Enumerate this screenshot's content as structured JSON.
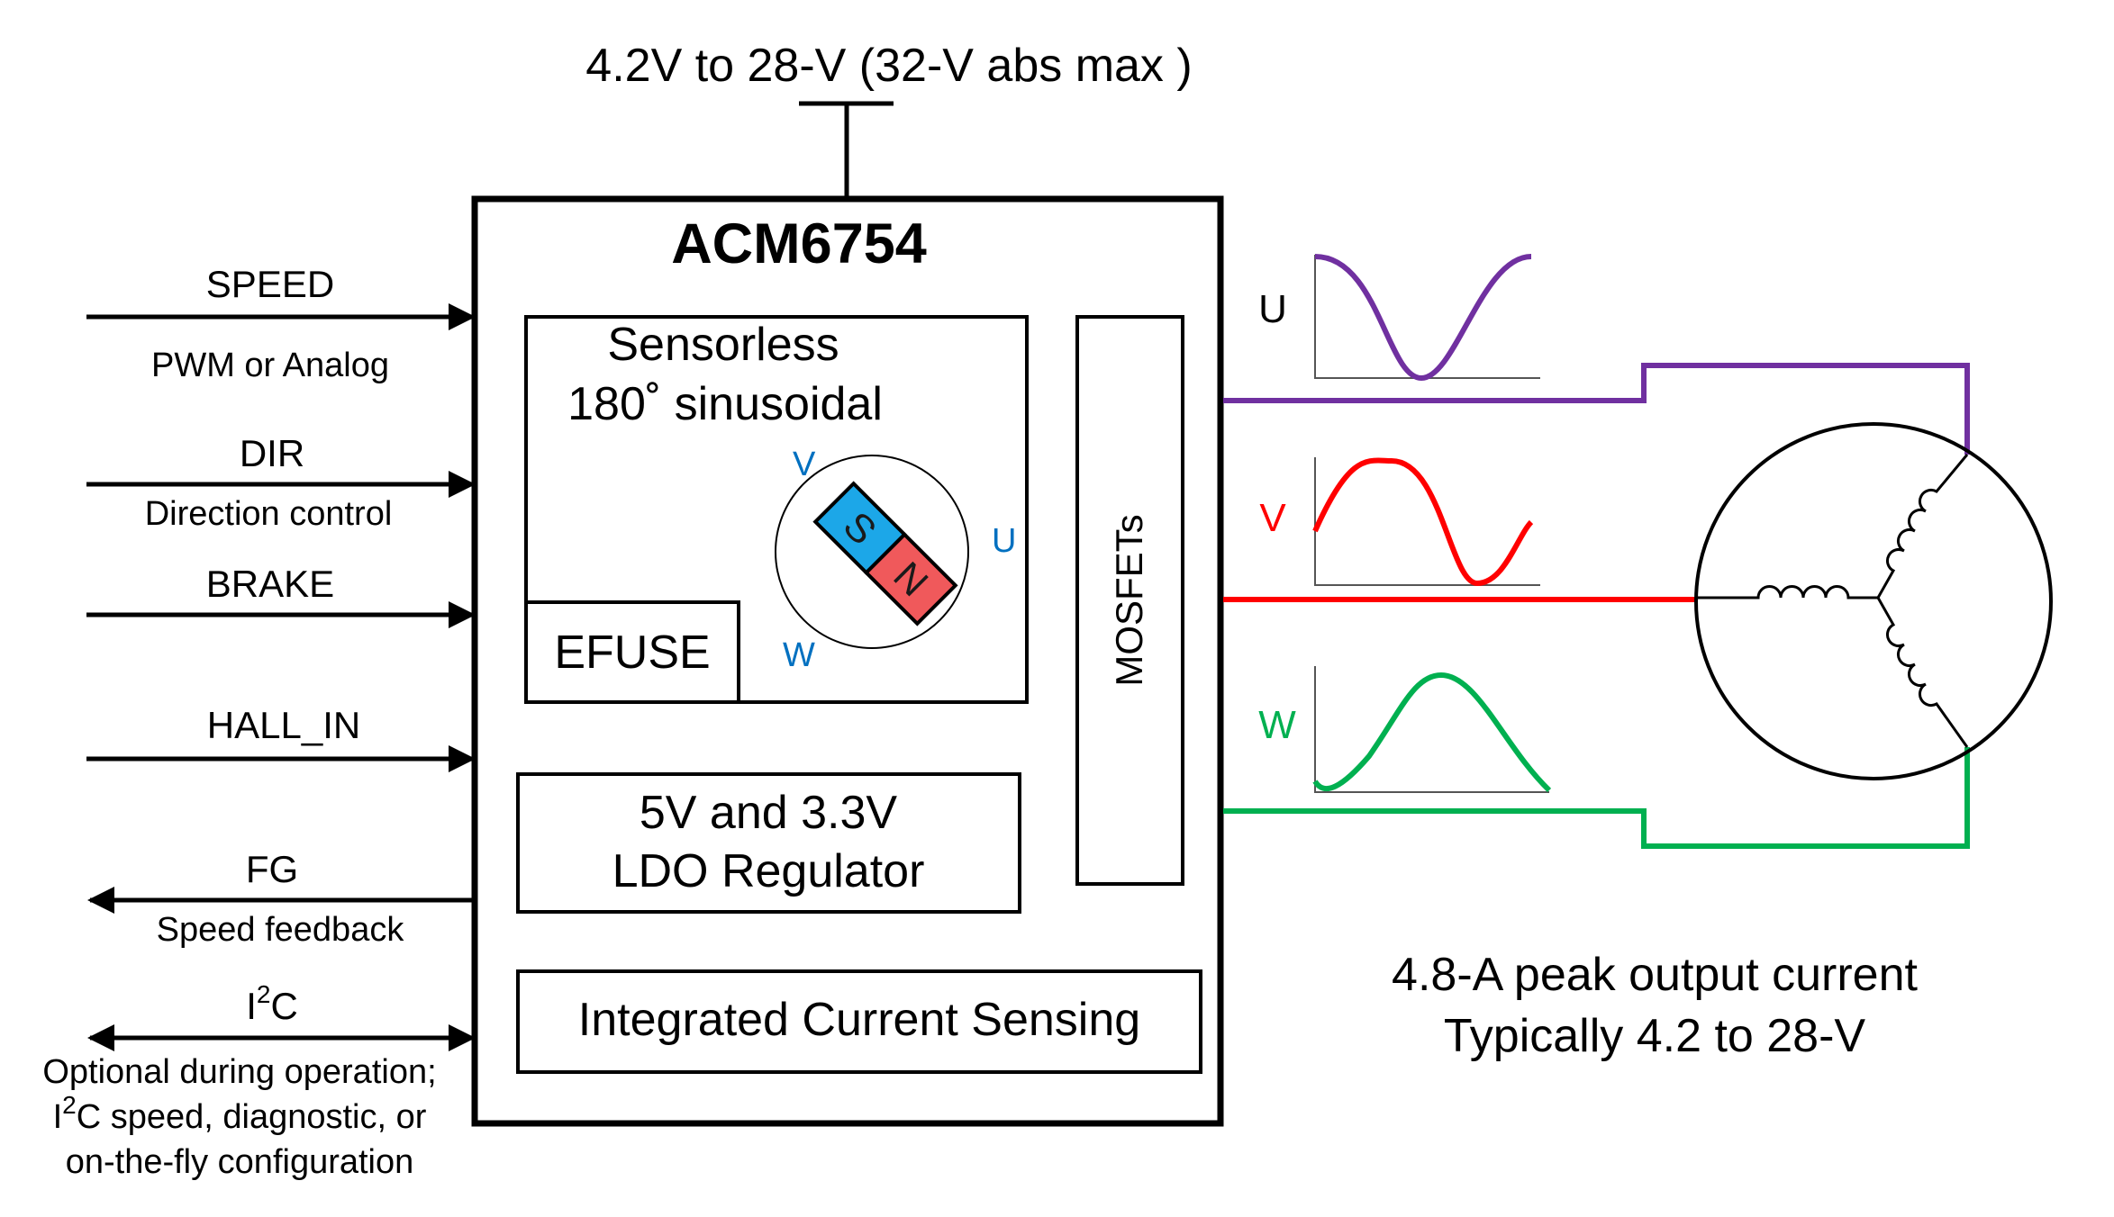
{
  "supply_label": "4.2V to 28-V (32-V abs max )",
  "chip_name": "ACM6754",
  "control": {
    "line1": "Sensorless",
    "line2": "180˚ sinusoidal"
  },
  "rotor_labels": {
    "v": "V",
    "u": "U",
    "w": "W"
  },
  "magnet_labels": {
    "s": "S",
    "n": "N"
  },
  "efuse_label": "EFUSE",
  "ldo": {
    "line1": "5V and 3.3V",
    "line2": "LDO Regulator"
  },
  "sensing_label": "Integrated Current Sensing",
  "mosfets_label": "MOSFETs",
  "signals": {
    "speed": "SPEED",
    "speed_desc": "PWM or Analog",
    "dir": "DIR",
    "dir_desc": "Direction control",
    "brake": "BRAKE",
    "hall_in": "HALL_IN",
    "fg": "FG",
    "fg_desc": "Speed feedback",
    "i2c_base": "I",
    "i2c_sup": "2",
    "i2c_end": "C",
    "i2c_desc_line1": "Optional during operation;",
    "i2c_desc_line2_base": "I",
    "i2c_desc_line2_sup": "2",
    "i2c_desc_line2_rest": "C speed, diagnostic, or",
    "i2c_desc_line3": "on-the-fly configuration"
  },
  "phases": [
    {
      "name": "U",
      "color": "#7030a0"
    },
    {
      "name": "V",
      "color": "#ff0000"
    },
    {
      "name": "W",
      "color": "#00b050"
    }
  ],
  "rotor_colors": {
    "label": "#0070c0",
    "south": "#1ca7e8",
    "north": "#f0595b"
  },
  "output_note": {
    "line1": "4.8-A peak output current",
    "line2": "Typically 4.2 to 28-V"
  }
}
